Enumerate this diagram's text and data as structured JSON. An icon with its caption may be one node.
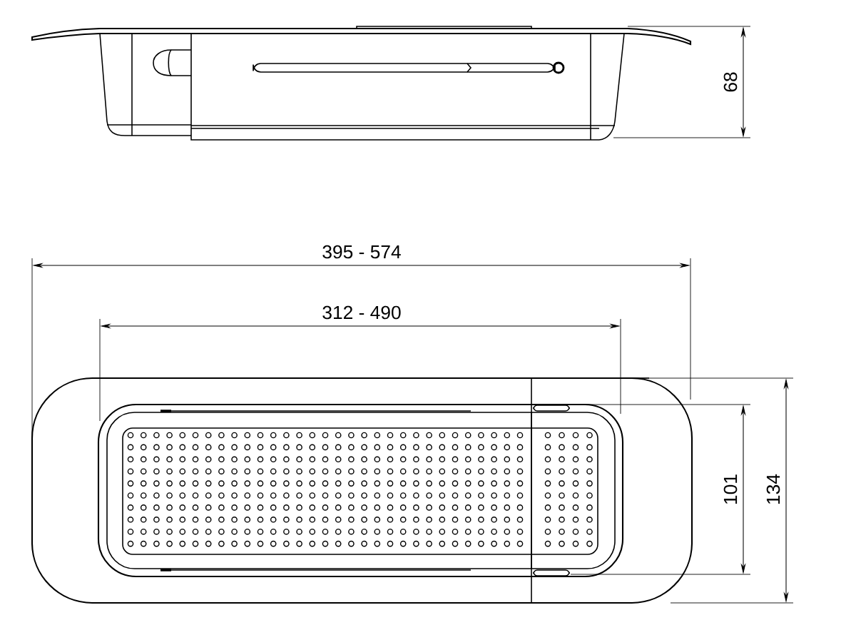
{
  "diagram": {
    "labels": [
      "68",
      "395 - 574",
      "312 - 490",
      "101",
      "134"
    ]
  }
}
